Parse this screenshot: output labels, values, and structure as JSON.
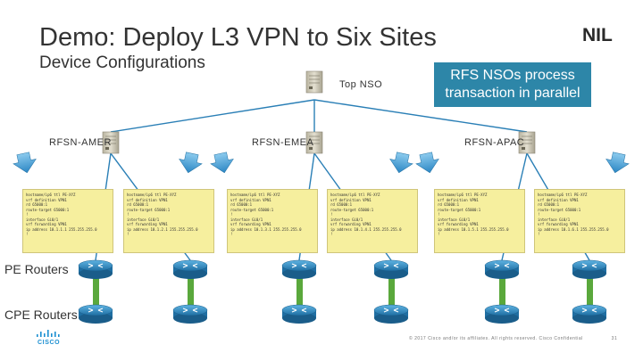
{
  "slide": {
    "title": "Demo: Deploy L3 VPN to Six Sites",
    "subtitle": "Device Configurations",
    "callout": "RFS NSOs process transaction in parallel",
    "top_nso_label": "Top NSO",
    "rfs_labels": [
      "RFSN-AMER",
      "RFSN-EMEA",
      "RFSN-APAC"
    ],
    "pe_label": "PE Routers",
    "cpe_label": "CPE Routers",
    "footer": "© 2017 Cisco and/or its affiliates. All rights reserved. Cisco Confidential",
    "page_number": "31",
    "logo_text": "NIL",
    "cisco_logo_text": "CISCO"
  },
  "config_boxes": [
    {
      "lines": [
        "hostname/ip6 ttl PE-XYZ",
        "vrf definition VPN1",
        "  rd 65000:1",
        "  route-target 65000:1",
        "!",
        "interface Gi0/1",
        "  vrf forwarding VPN1",
        "  ip address 10.1.1.1 255.255.255.0",
        "!"
      ]
    },
    {
      "lines": [
        "hostname/ip6 ttl PE-XYZ",
        "vrf definition VPN1",
        "  rd 65000:1",
        "  route-target 65000:1",
        "!",
        "interface Gi0/1",
        "  vrf forwarding VPN1",
        "  ip address 10.1.2.1 255.255.255.0",
        "!"
      ]
    },
    {
      "lines": [
        "hostname/ip6 ttl PE-XYZ",
        "vrf definition VPN1",
        "  rd 65000:1",
        "  route-target 65000:1",
        "!",
        "interface Gi0/1",
        "  vrf forwarding VPN1",
        "  ip address 10.1.3.1 255.255.255.0",
        "!"
      ]
    },
    {
      "lines": [
        "hostname/ip6 ttl PE-XYZ",
        "vrf definition VPN1",
        "  rd 65000:1",
        "  route-target 65000:1",
        "!",
        "interface Gi0/1",
        "  vrf forwarding VPN1",
        "  ip address 10.1.4.1 255.255.255.0",
        "!"
      ]
    },
    {
      "lines": [
        "hostname/ip6 ttl PE-XYZ",
        "vrf definition VPN1",
        "  rd 65000:1",
        "  route-target 65000:1",
        "!",
        "interface Gi0/1",
        "  vrf forwarding VPN1",
        "  ip address 10.1.5.1 255.255.255.0",
        "!"
      ]
    },
    {
      "lines": [
        "hostname/ip6 ttl PE-XYZ",
        "vrf definition VPN1",
        "  rd 65000:1",
        "  route-target 65000:1",
        "!",
        "interface Gi0/1",
        "  vrf forwarding VPN1",
        "  ip address 10.1.6.1 255.255.255.0",
        "!"
      ]
    }
  ],
  "colors": {
    "callout": "#2d86a8",
    "config_bg": "#f6ef9e",
    "router": "#2e8fc0",
    "link": "#5aa83c",
    "arrow": "#4aa3d8",
    "server": "#c9c5b4"
  }
}
